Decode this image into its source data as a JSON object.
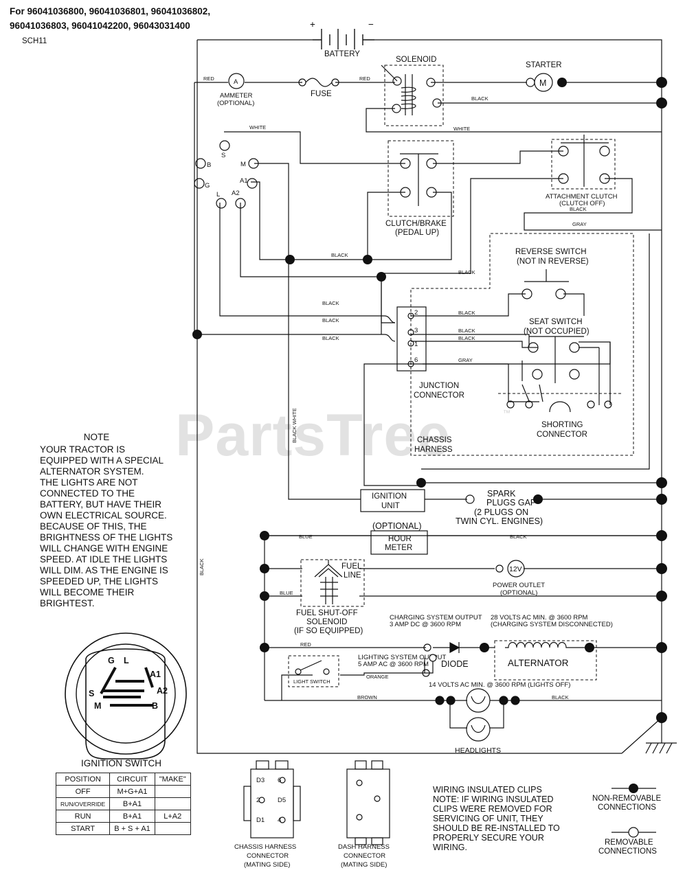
{
  "header": {
    "models_line1": "For 96041036800, 96041036801, 96041036802,",
    "models_line2": "96041036803, 96041042200, 96043031400",
    "schematic_id": "SCH11"
  },
  "watermark": {
    "text": "PartsTree",
    "tm": "™"
  },
  "components": {
    "battery": "BATTERY",
    "battery_plus": "+",
    "battery_minus": "−",
    "solenoid": "SOLENOID",
    "starter": "STARTER",
    "starter_motor_letter": "M",
    "ammeter": "AMMETER",
    "ammeter_optional": "(OPTIONAL)",
    "ammeter_letter": "A",
    "fuse": "FUSE",
    "clutch_brake": "CLUTCH/BRAKE",
    "clutch_brake_sub": "(PEDAL UP)",
    "attachment_clutch": "ATTACHMENT CLUTCH",
    "attachment_clutch_sub": "(CLUTCH OFF)",
    "reverse_switch": "REVERSE SWITCH",
    "reverse_switch_sub": "(NOT IN REVERSE)",
    "seat_switch": "SEAT SWITCH",
    "seat_switch_sub": "(NOT OCCUPIED)",
    "junction_connector": "JUNCTION",
    "junction_connector_2": "CONNECTOR",
    "shorting_connector": "SHORTING",
    "shorting_connector_2": "CONNECTOR",
    "chassis_harness": "CHASSIS",
    "chassis_harness_2": "HARNESS",
    "ignition_unit": "IGNITION",
    "ignition_unit_2": "UNIT",
    "spark_plugs_1": "SPARK",
    "spark_plugs_2": "PLUGS GAP",
    "spark_plugs_3": "(2 PLUGS ON",
    "spark_plugs_4": "TWIN CYL. ENGINES)",
    "hour_meter_optional": "(OPTIONAL)",
    "hour_meter_1": "HOUR",
    "hour_meter_2": "METER",
    "fuel_line_1": "FUEL",
    "fuel_line_2": "LINE",
    "fuel_solenoid_1": "FUEL SHUT-OFF",
    "fuel_solenoid_2": "SOLENOID",
    "fuel_solenoid_3": "(IF SO EQUIPPED)",
    "power_outlet_label": "12V",
    "power_outlet_1": "POWER OUTLET",
    "power_outlet_2": "(OPTIONAL)",
    "charging_output_1": "CHARGING SYSTEM OUTPUT",
    "charging_output_2": "3 AMP DC @ 3600 RPM",
    "volts_28_1": "28 VOLTS AC MIN. @ 3600 RPM",
    "volts_28_2": "(CHARGING SYSTEM DISCONNECTED)",
    "lighting_output_1": "LIGHTING SYSTEM OUTPUT",
    "lighting_output_2": "5 AMP AC @ 3600 RPM",
    "diode": "DIODE",
    "alternator": "ALTERNATOR",
    "volts_14": "14 VOLTS AC MIN. @ 3600 RPM (LIGHTS OFF)",
    "light_switch": "LIGHT SWITCH",
    "headlights": "HEADLIGHTS"
  },
  "switch_terminals": [
    "S",
    "B",
    "M",
    "A1",
    "G",
    "L",
    "A2"
  ],
  "junction_pins": [
    "2",
    "3",
    "1",
    "6"
  ],
  "wire_labels": {
    "red": "RED",
    "black": "BLACK",
    "white": "WHITE",
    "gray": "GRAY",
    "blue": "BLUE",
    "orange": "ORANGE",
    "brown": "BROWN",
    "black_white": "BLACK WHITE"
  },
  "note": {
    "title": "NOTE",
    "body": "YOUR TRACTOR IS\nEQUIPPED WITH A SPECIAL\nALTERNATOR SYSTEM.\nTHE LIGHTS ARE NOT\nCONNECTED TO THE\nBATTERY, BUT HAVE THEIR\nOWN ELECTRICAL SOURCE.\nBECAUSE OF THIS, THE\nBRIGHTNESS OF THE LIGHTS\nWILL CHANGE WITH ENGINE\nSPEED.  AT IDLE THE LIGHTS\nWILL DIM.  AS THE ENGINE IS\nSPEEDED UP, THE LIGHTS\nWILL BECOME THEIR\nBRIGHTEST."
  },
  "ignition_switch": {
    "title": "IGNITION SWITCH",
    "terminal_letters": [
      "G",
      "L",
      "A1",
      "A2",
      "S",
      "M",
      "B"
    ],
    "table": {
      "headers": [
        "POSITION",
        "CIRCUIT",
        "\"MAKE\""
      ],
      "rows": [
        [
          "OFF",
          "M+G+A1",
          ""
        ],
        [
          "RUN/OVERRIDE",
          "B+A1",
          ""
        ],
        [
          "RUN",
          "B+A1",
          "L+A2"
        ],
        [
          "START",
          "B + S + A1",
          ""
        ]
      ]
    }
  },
  "connectors": {
    "chassis_1": "CHASSIS HARNESS",
    "chassis_2": "CONNECTOR",
    "chassis_3": "(MATING SIDE)",
    "dash_1": "DASH HARNESS",
    "dash_2": "CONNECTOR",
    "dash_3": "(MATING SIDE)",
    "pins_left": [
      "D3",
      "2",
      "D1"
    ],
    "pins_right": [
      "6",
      "D5",
      "4"
    ]
  },
  "footnote": "WIRING INSULATED CLIPS\nNOTE: IF WIRING INSULATED\nCLIPS WERE REMOVED FOR\nSERVICING OF UNIT, THEY\nSHOULD BE RE-INSTALLED TO\nPROPERLY SECURE YOUR\nWIRING.",
  "legend": {
    "non_removable_1": "NON-REMOVABLE",
    "non_removable_2": "CONNECTIONS",
    "removable_1": "REMOVABLE",
    "removable_2": "CONNECTIONS"
  }
}
